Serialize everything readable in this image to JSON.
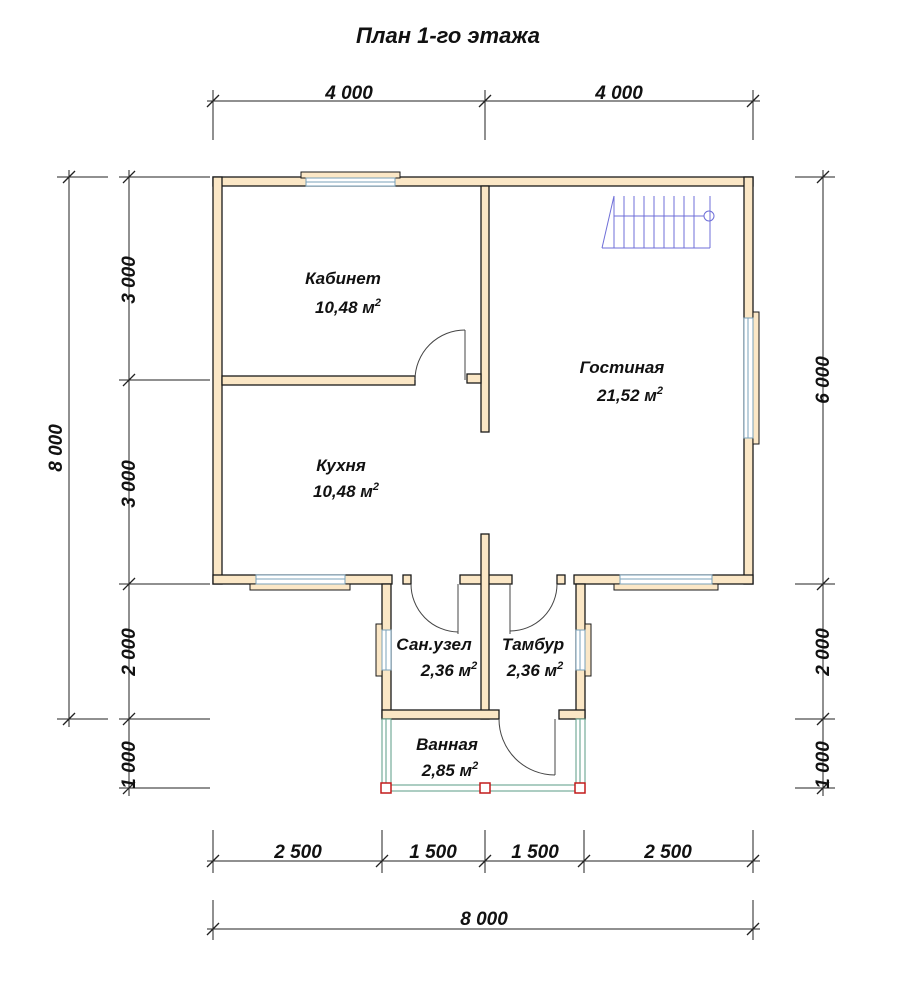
{
  "title": "План 1-го этажа",
  "dimensions": {
    "top": [
      "4 000",
      "4 000"
    ],
    "left_total": "8 000",
    "left_parts": [
      "3 000",
      "3 000",
      "2 000",
      "1 000"
    ],
    "right_parts": [
      "6 000",
      "2 000",
      "1 000"
    ],
    "bottom_parts": [
      "2 500",
      "1 500",
      "1 500",
      "2 500"
    ],
    "bottom_total": "8 000"
  },
  "rooms": {
    "cabinet": {
      "name": "Кабинет",
      "area": "10,48 м",
      "unit_sup": "2"
    },
    "kitchen": {
      "name": "Кухня",
      "area": "10,48 м",
      "unit_sup": "2"
    },
    "living": {
      "name": "Гостиная",
      "area": "21,52 м",
      "unit_sup": "2"
    },
    "wc": {
      "name": "Сан.узел",
      "area": "2,36 м",
      "unit_sup": "2"
    },
    "vestibule": {
      "name": "Тамбур",
      "area": "2,36 м",
      "unit_sup": "2"
    },
    "bath": {
      "name": "Ванная",
      "area": "2,85 м",
      "unit_sup": "2"
    }
  }
}
